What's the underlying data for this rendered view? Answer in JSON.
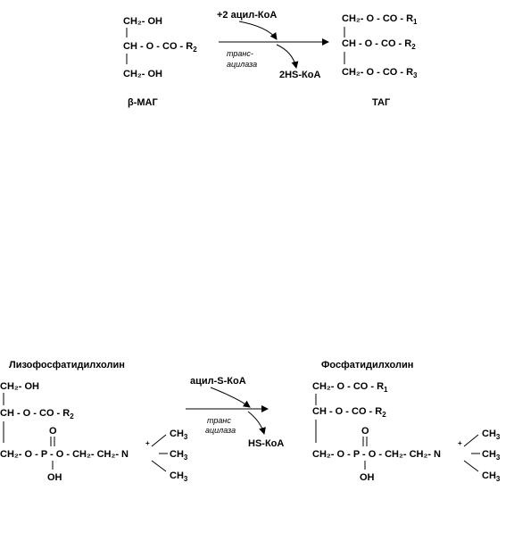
{
  "reaction1": {
    "reagent_in": "+2 ацил-КоА",
    "enzyme_line1": "транс-",
    "enzyme_line2": "ацилаза",
    "product_out": "2HS-КоА",
    "substrate_label": "β-МАГ",
    "product_label": "ТАГ",
    "substrate": {
      "row1": "CH₂- OH",
      "row2_main": "CH  - O - CO - R",
      "row2_sub": "2",
      "row3": "CH₂- OH"
    },
    "product": {
      "row1_main": "CH₂- O - CO - R",
      "row1_sub": "1",
      "row2_main": "CH  - O - CO - R",
      "row2_sub": "2",
      "row3_main": "CH₂- O - CO - R",
      "row3_sub": "3"
    }
  },
  "reaction2": {
    "substrate_title": "Лизофосфатидилхолин",
    "product_title": "Фосфатидилхолин",
    "reagent_in": "ацил-S-КоА",
    "enzyme_line1": "транс",
    "enzyme_line2": "ацилаза",
    "product_out": "HS-КоА",
    "substrate": {
      "row1": "CH₂- OH",
      "row2_main": "CH  - O - CO - R",
      "row2_sub": "2",
      "row3": "CH₂- O - P - O - CH₂- CH₂- N",
      "o_double": "O",
      "oh": "OH",
      "ch3_top": "CH",
      "ch3_mid": "CH",
      "ch3_bot": "CH",
      "ch3_sub": "3",
      "plus": "+"
    },
    "product": {
      "row1_main": "CH₂- O - CO - R",
      "row1_sub": "1",
      "row2_main": "CH  - O - CO - R",
      "row2_sub": "2",
      "row3": "CH₂- O - P - O - CH₂- CH₂- N",
      "o_double": "O",
      "oh": "OH",
      "ch3_top": "CH",
      "ch3_mid": "CH",
      "ch3_bot": "CH",
      "ch3_sub": "3",
      "plus": "+"
    }
  }
}
